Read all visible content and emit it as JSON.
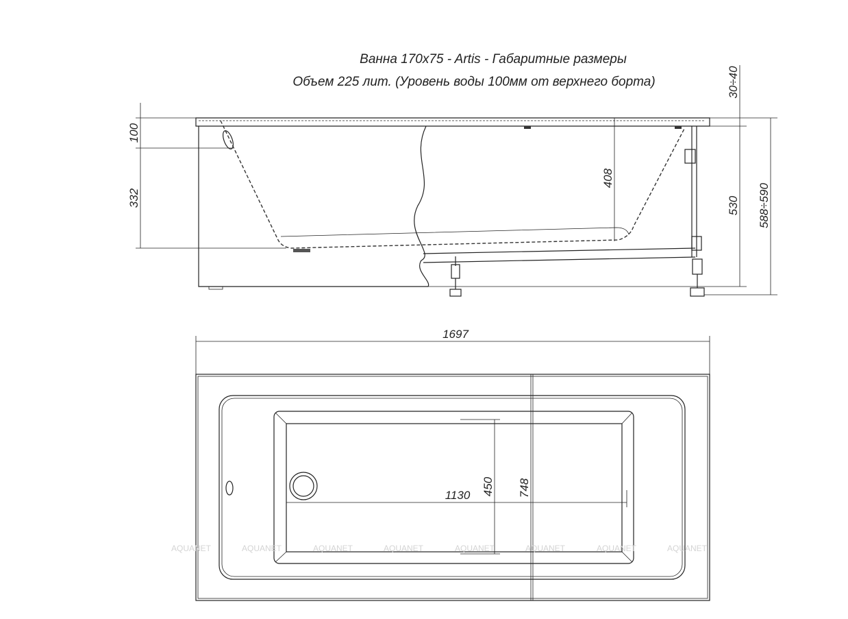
{
  "title": {
    "line1": "Ванна 170x75 - Artis - Габаритные размеры",
    "line2": "Объем 225 лит. (Уровень воды 100мм от верхнего борта)"
  },
  "side_view": {
    "dim_rim_to_overflow": "100",
    "dim_overflow_to_bottom": "332",
    "dim_inner_depth": "408",
    "dim_leg_adjust": "30÷40",
    "dim_height": "530",
    "dim_total_height": "588÷590"
  },
  "top_view": {
    "dim_length": "1697",
    "dim_basin_length": "1130",
    "dim_basin_width": "450",
    "dim_width": "748"
  },
  "watermark": [
    "AQUANET",
    "AQUANET",
    "AQUANET",
    "AQUANET",
    "AQUANET",
    "AQUANET",
    "AQUANET",
    "AQUANET"
  ]
}
